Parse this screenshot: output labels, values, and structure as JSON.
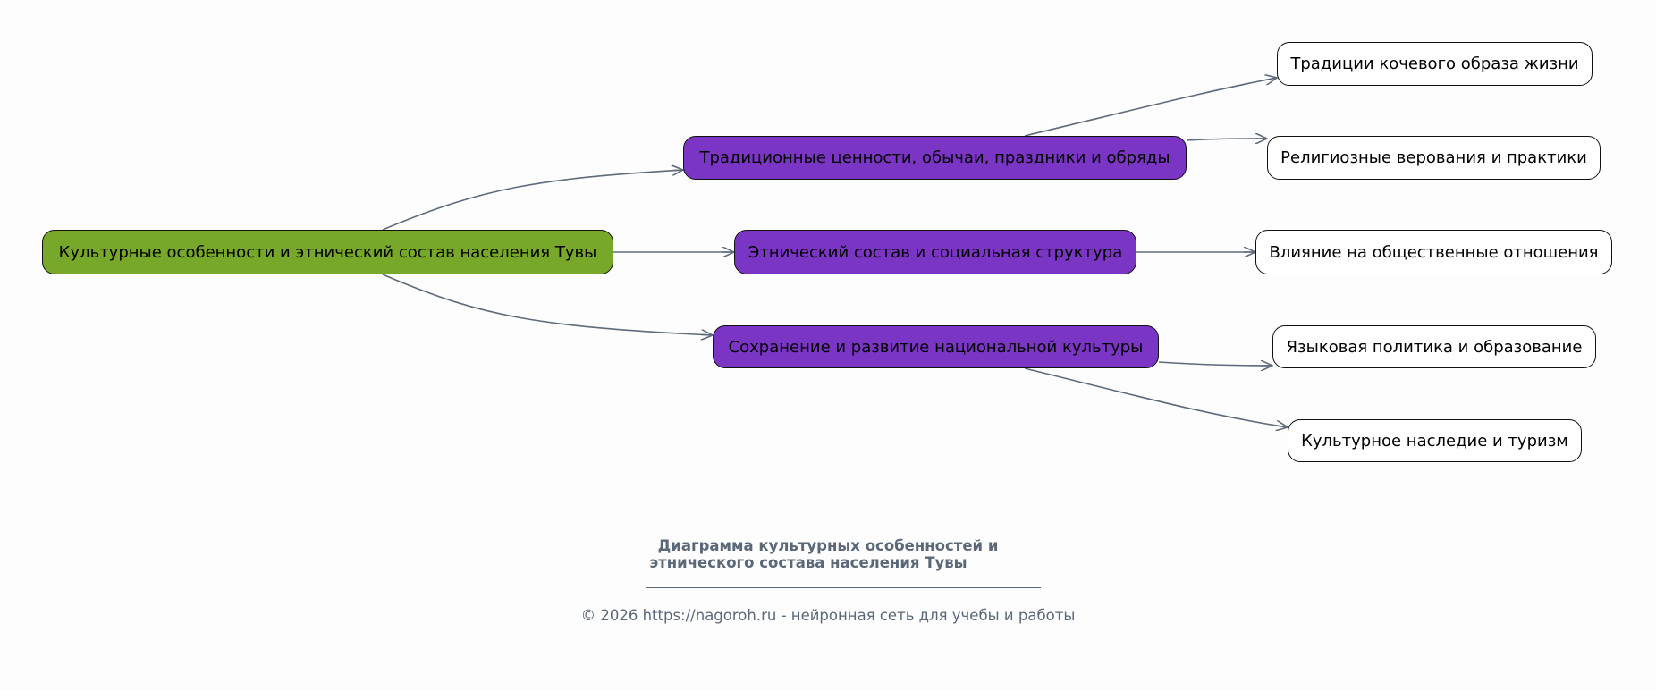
{
  "diagram": {
    "root": "Культурные особенности и этнический состав населения Тувы",
    "branches": [
      {
        "label": "Традиционные ценности, обычаи, праздники и обряды",
        "children": [
          "Традиции кочевого образа жизни",
          "Религиозные верования и практики"
        ]
      },
      {
        "label": "Этнический состав и социальная структура",
        "children": [
          "Влияние на общественные отношения"
        ]
      },
      {
        "label": "Сохранение и развитие национальной культуры",
        "children": [
          "Языковая политика и образование",
          "Культурное наследие и туризм"
        ]
      }
    ]
  },
  "caption": {
    "line1": "Диаграмма культурных особенностей и",
    "line2": "этнического состава населения Тувы"
  },
  "footer": "© 2026 https://nagoroh.ru - нейронная сеть для учебы и работы",
  "colors": {
    "root": "#78a82a",
    "branch": "#7a35c4",
    "leaf": "#ffffff",
    "edge": "#5e6b7a"
  }
}
